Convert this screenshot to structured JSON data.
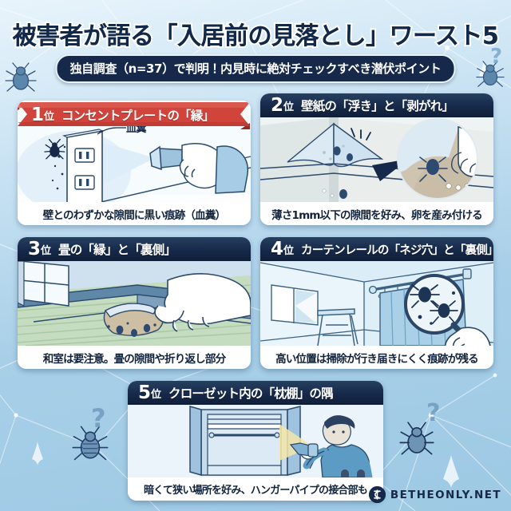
{
  "header": {
    "title": "被害者が語る「入居前の見落とし」ワースト5",
    "subtitle": "独自調査（n=37）で判明！内見時に絶対チェックすべき潜伏ポイント"
  },
  "colors": {
    "background_top": "#e8f4fb",
    "background_bottom": "#9dc9e4",
    "header_navy": "#16294a",
    "ribbon_red": "#d1443c",
    "ribbon_red_dark": "#a8312b",
    "card_white": "#ffffff",
    "bug_blue": "#5c87ad",
    "tatami_green": "#c5dcc0",
    "accent_yellow": "#f5e6a8"
  },
  "cards": [
    {
      "rank": "1",
      "rank_unit": "位",
      "title": "コンセントプレートの「縁」",
      "caption": "壁とのわずかな隙間に黒い痕跡（血糞）",
      "annotation": "血糞",
      "style": "ribbon"
    },
    {
      "rank": "2",
      "rank_unit": "位",
      "title": "壁紙の「浮き」と「剥がれ」",
      "caption": "薄さ1mm以下の隙間を好み、卵を産み付ける",
      "style": "bar"
    },
    {
      "rank": "3",
      "rank_unit": "位",
      "title": "畳の「縁」と「裏側」",
      "caption": "和室は要注意。畳の隙間や折り返し部分",
      "style": "bar"
    },
    {
      "rank": "4",
      "rank_unit": "位",
      "title": "カーテンレールの「ネジ穴」と「裏側」",
      "caption": "高い位置は掃除が行き届きにくく痕跡が残る",
      "style": "bar"
    },
    {
      "rank": "5",
      "rank_unit": "位",
      "title": "クローゼット内の「枕棚」の隅",
      "caption": "暗くて狭い場所を好み、ハンガーパイプの接合部も",
      "style": "bar"
    }
  ],
  "footer": {
    "logo_text": "BETHEONLY.NET",
    "logo_icon": "circle-s-logo-icon"
  },
  "decorations": {
    "question_marks": [
      "?",
      "?",
      "?",
      "?"
    ],
    "bug_count": 5,
    "network_lines": true
  }
}
